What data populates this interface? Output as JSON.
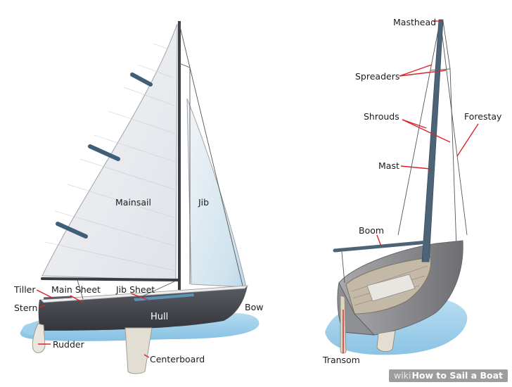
{
  "watermark": {
    "brand": "wiki",
    "title": "How to Sail a Boat"
  },
  "left_diagram": {
    "labels": {
      "mainsail": "Mainsail",
      "jib": "Jib",
      "tiller": "Tiller",
      "main_sheet": "Main Sheet",
      "jib_sheet": "Jib Sheet",
      "stern": "Stern",
      "hull": "Hull",
      "bow": "Bow",
      "rudder": "Rudder",
      "centerboard": "Centerboard"
    }
  },
  "right_diagram": {
    "labels": {
      "masthead": "Masthead",
      "spreaders": "Spreaders",
      "shrouds": "Shrouds",
      "forestay": "Forestay",
      "mast": "Mast",
      "boom": "Boom",
      "transom": "Transom"
    }
  },
  "colors": {
    "leader_lines": "#d8232a",
    "hull": "#4a4b52",
    "water": "#8ec6e6",
    "mast": "#4d6478"
  }
}
